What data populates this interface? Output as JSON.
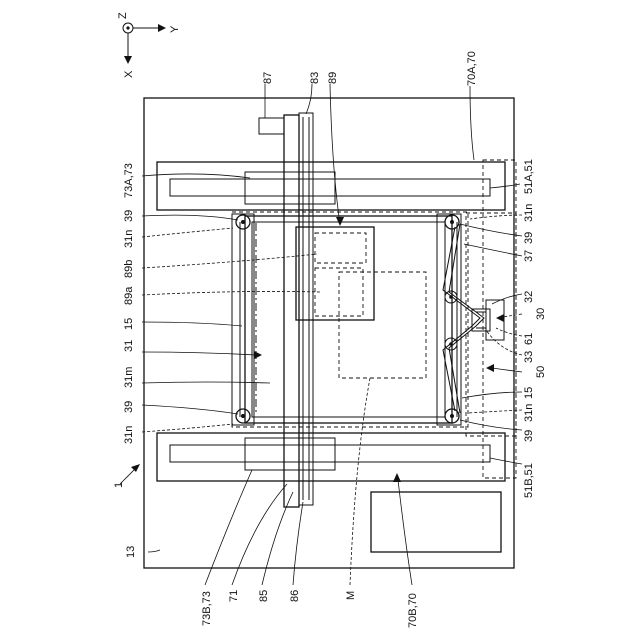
{
  "axes": {
    "z": "Z",
    "y": "Y",
    "x": "X"
  },
  "labels": {
    "l87": "87",
    "l83": "83",
    "l89": "89",
    "l70A": "70A,70",
    "l73A": "73A,73",
    "l39a": "39",
    "l31n_a": "31n",
    "l89b": "89b",
    "l89a": "89a",
    "l15a": "15",
    "l31": "31",
    "l31m": "31m",
    "l39b": "39",
    "l31n_b": "31n",
    "l1": "1",
    "l13": "13",
    "l73B": "73B,73",
    "l71": "71",
    "l85": "85",
    "l86": "86",
    "lM": "M",
    "l70B": "70B,70",
    "l51A": "51A,51",
    "l31n_c": "31n",
    "l39c": "39",
    "l37": "37",
    "l32": "32",
    "l30": "30",
    "l61": "61",
    "l33": "33",
    "l50": "50",
    "l15b": "15",
    "l31n_d": "31n",
    "l39d": "39",
    "l51B": "51B,51"
  }
}
